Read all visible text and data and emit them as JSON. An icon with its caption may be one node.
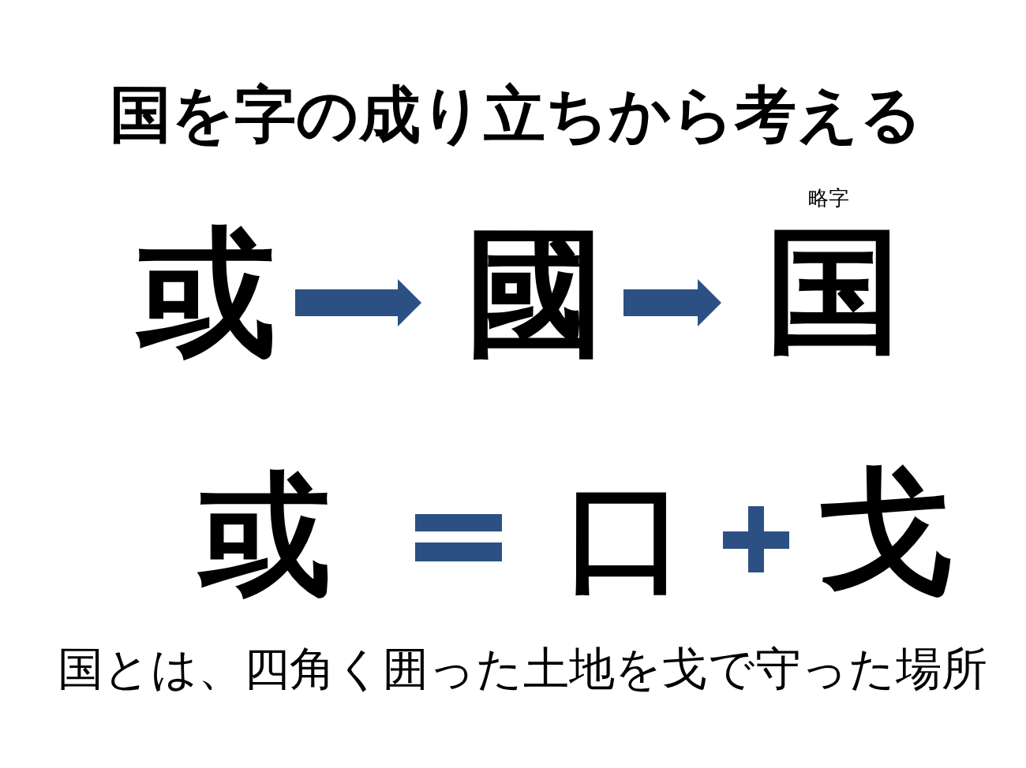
{
  "diagram": {
    "title": "国を字の成り立ちから考える",
    "nodes": [
      {
        "text": [
          "或"
        ]
      },
      {
        "text": [
          "國"
        ]
      },
      {
        "text": [
          "国"
        ],
        "beside": [
          "略字"
        ]
      }
    ],
    "edges": [
      {
        "from": 0,
        "to": 1,
        "arrow": "to"
      },
      {
        "from": 1,
        "to": 2,
        "arrow": "to"
      }
    ],
    "labels": [
      "或",
      "口",
      "戈"
    ],
    "caption": "国とは、四角く囲った土地を戈で守った場所"
  }
}
